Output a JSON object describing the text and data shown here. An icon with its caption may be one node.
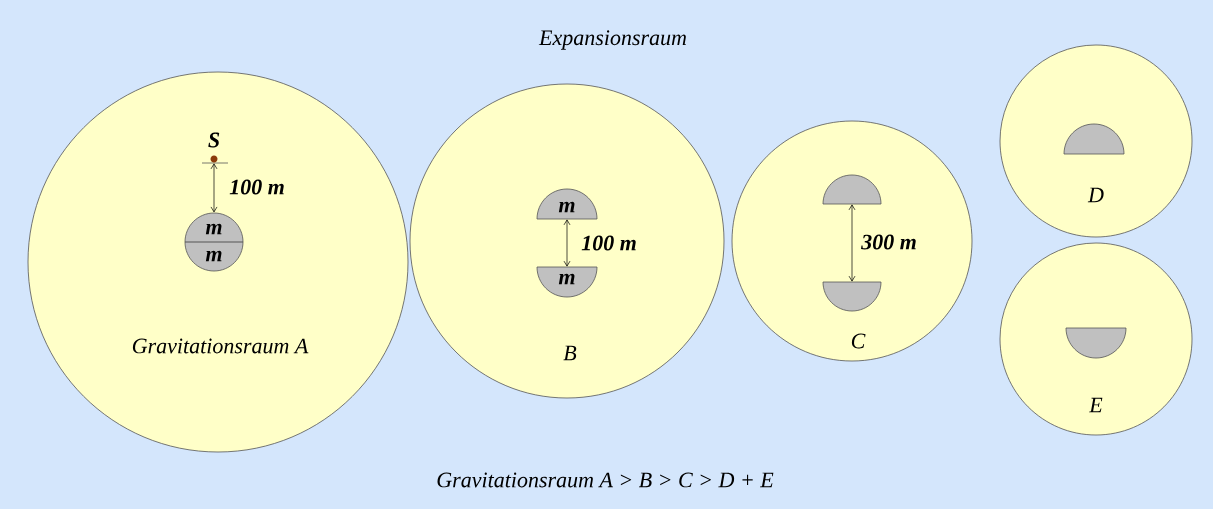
{
  "diagram": {
    "nodes": [
      {
        "text": [
          "Gravitationsraum A"
        ]
      },
      {
        "text": [
          "m",
          "m"
        ],
        "in": 0
      },
      {
        "text": [
          "S"
        ],
        "in": 0
      },
      {
        "text": [
          "B"
        ]
      },
      {
        "text": [
          "m"
        ],
        "in": 3
      },
      {
        "text": [
          "m"
        ],
        "in": 3
      },
      {
        "text": [
          "C"
        ]
      },
      {
        "text": [],
        "shape": "semicircle",
        "in": 6
      },
      {
        "text": [],
        "shape": "semicircle",
        "in": 6
      },
      {
        "text": [
          "D"
        ]
      },
      {
        "text": [],
        "shape": "semicircle",
        "in": 9
      },
      {
        "text": [
          "E"
        ]
      },
      {
        "text": [],
        "shape": "semicircle",
        "in": 11
      }
    ],
    "edges": [
      {
        "from": 2,
        "to": 1,
        "arrow": "both",
        "label": "100 m"
      },
      {
        "from": 4,
        "to": 5,
        "arrow": "both",
        "label": "100 m"
      },
      {
        "from": 7,
        "to": 8,
        "arrow": "both",
        "label": "300 m"
      }
    ],
    "labels": [
      "Expansionsraum",
      "Gravitationsraum A > B > C > D + E"
    ]
  }
}
